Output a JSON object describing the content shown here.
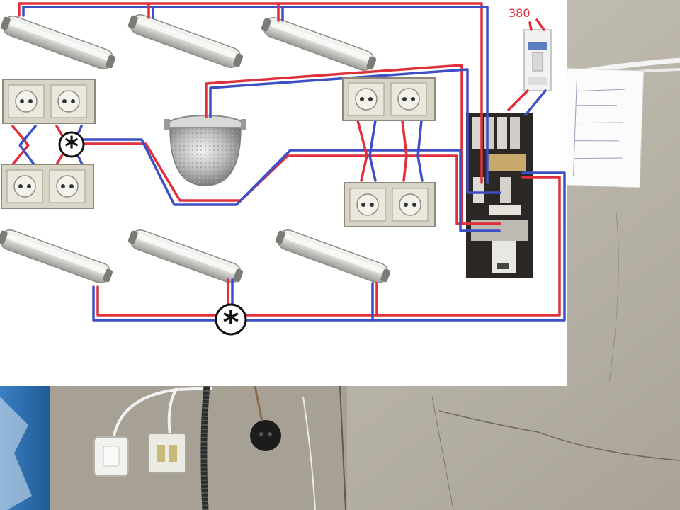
{
  "breaker": {
    "voltage_label": "380"
  },
  "junctions": [
    {
      "label": "*"
    },
    {
      "label": "*"
    }
  ],
  "colors": {
    "phase_wire": "#e0303c",
    "neutral_wire": "#3d4fc4",
    "diagram_background": "#ffffff",
    "wall": "#c9c4b8",
    "wall_photo_blue": "#2f6fb0"
  },
  "components": {
    "fluorescent_lamps": 6,
    "socket_plates": 4,
    "sockets_per_plate": 2,
    "dome_lamps": 1,
    "breakers": 1,
    "junction_boxes": 2
  }
}
